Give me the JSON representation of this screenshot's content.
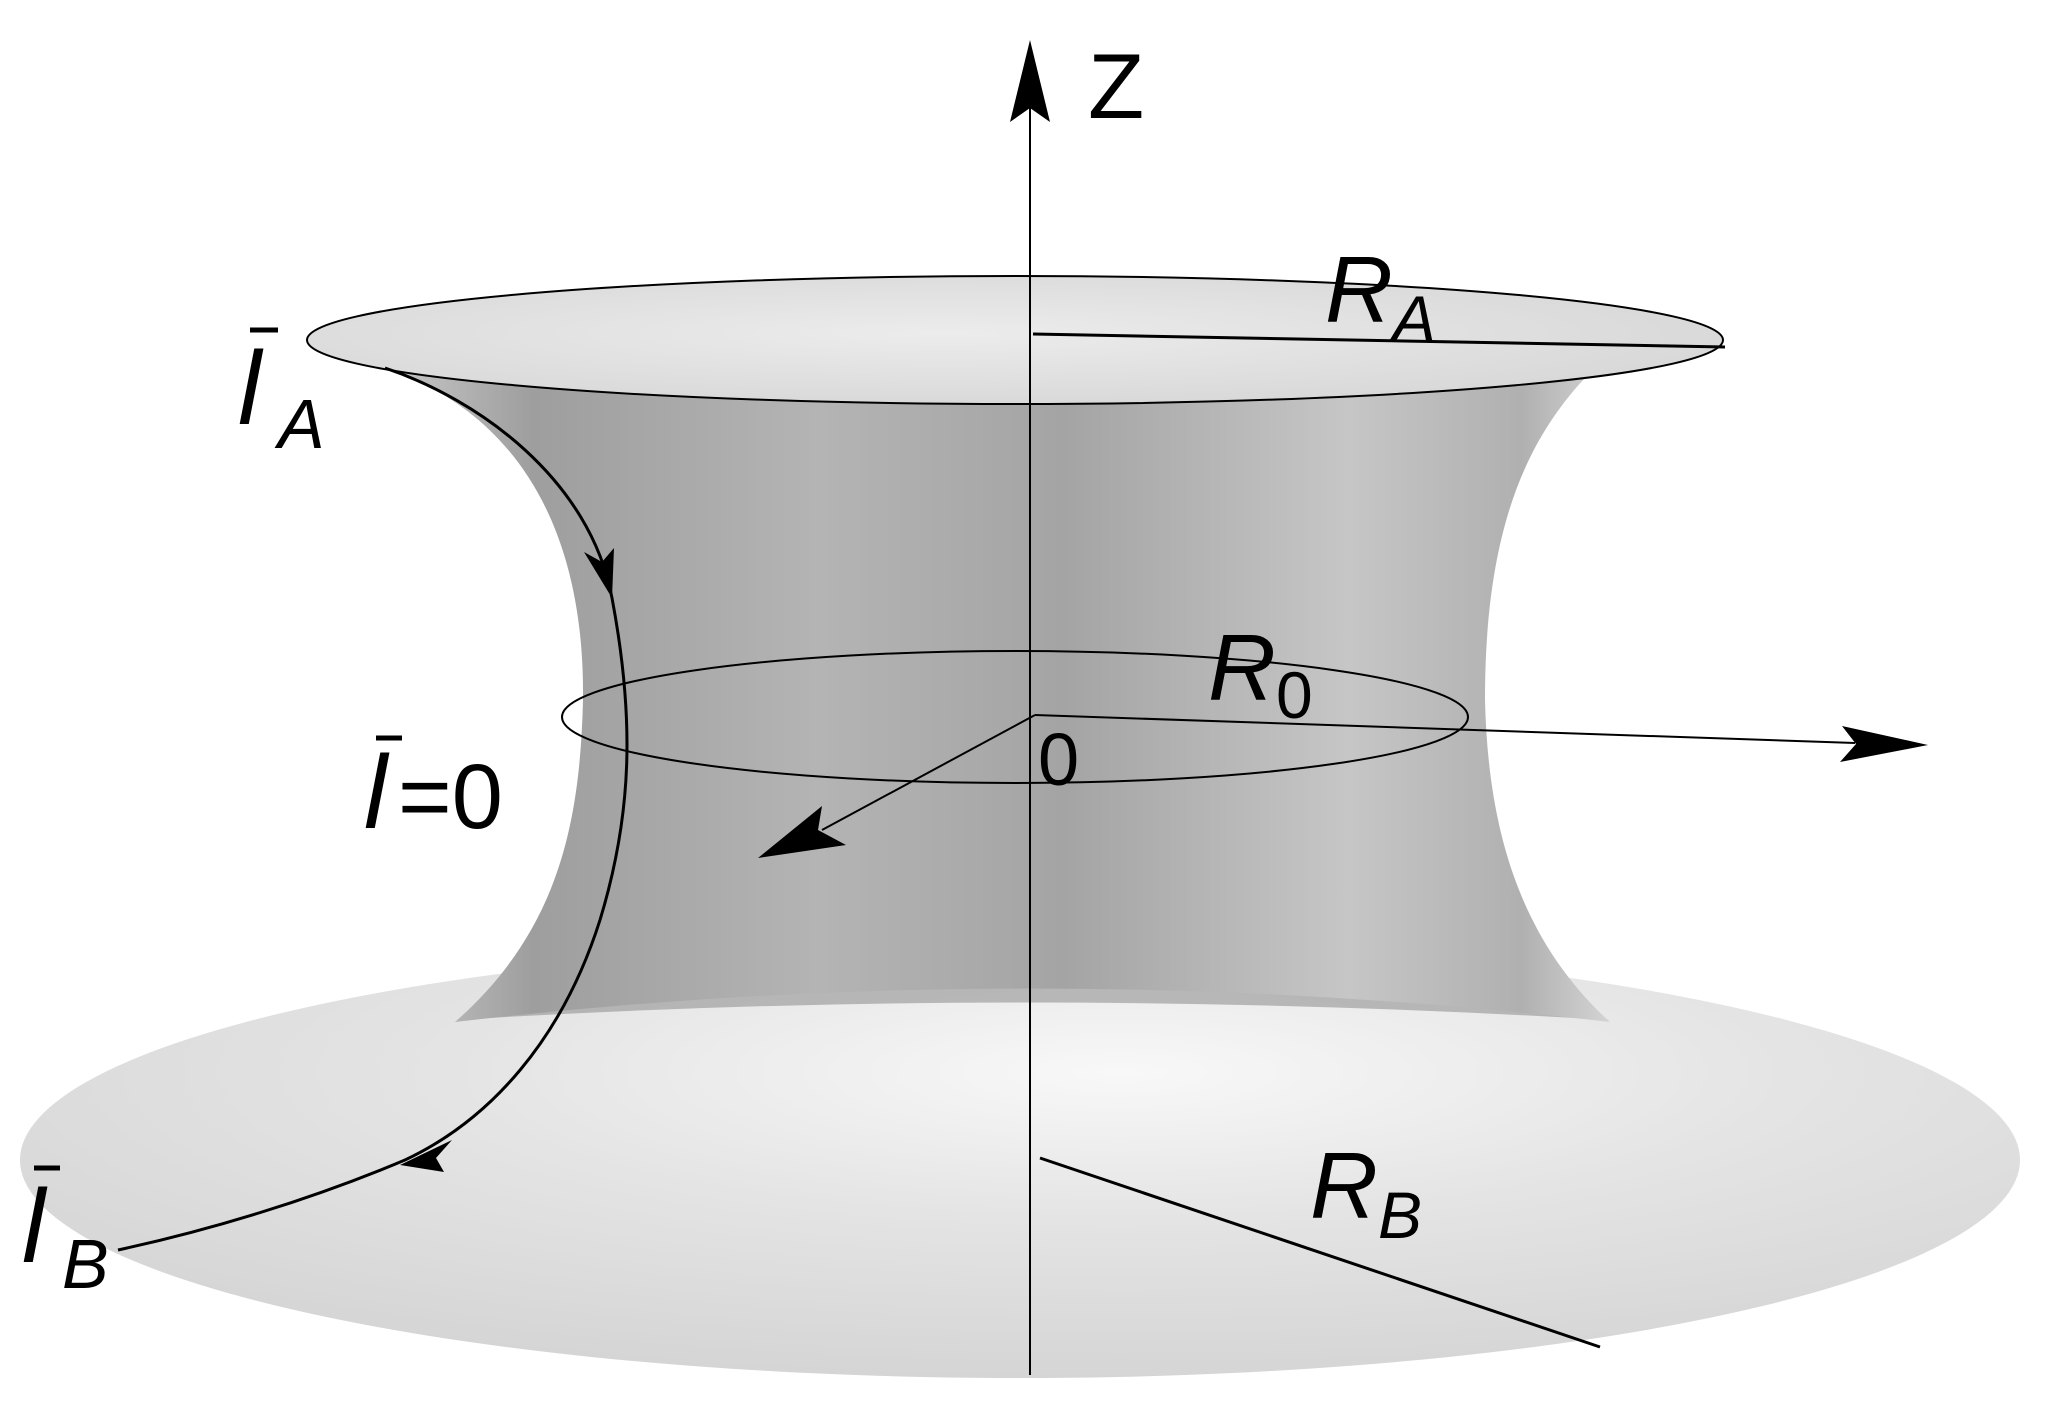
{
  "figure": {
    "labels": {
      "axis_z": "Z",
      "origin": "0",
      "radius_top": {
        "main": "R",
        "sub": "A"
      },
      "radius_waist": {
        "main": "R",
        "sub": "0"
      },
      "radius_bottom": {
        "main": "R",
        "sub": "B"
      },
      "curve_top": {
        "main": "l",
        "sub": "A"
      },
      "curve_middle": {
        "main": "l",
        "suffix": "=0"
      },
      "curve_bottom": {
        "main": "l",
        "sub": "B"
      }
    },
    "colors": {
      "surface_body": "#a6a6a6",
      "surface_top_disk": "#d9d9d9",
      "surface_base": "#dedede",
      "highlight": "#f7f7f7",
      "line": "#000000",
      "background": "#ffffff"
    }
  }
}
